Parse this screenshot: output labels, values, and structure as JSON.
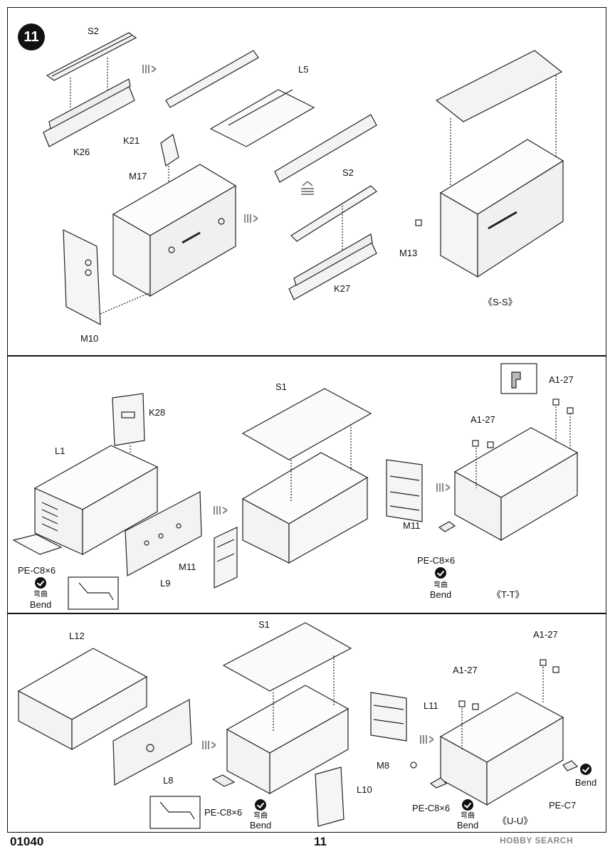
{
  "step": {
    "number": "11"
  },
  "panel1": {
    "labels": {
      "s2_top": "S2",
      "k26": "K26",
      "l5": "L5",
      "k21": "K21",
      "m17": "M17",
      "s2_mid": "S2",
      "k27": "K27",
      "m10": "M10",
      "m13": "M13",
      "version": "《S-S》"
    }
  },
  "panel2": {
    "labels": {
      "k28": "K28",
      "l1": "L1",
      "s1": "S1",
      "a127_a": "A1-27",
      "a127_b": "A1-27",
      "m11_right": "M11",
      "m11_left": "M11",
      "l9": "L9",
      "pe_left": "PE-C8×6",
      "pe_right": "PE-C8×6",
      "bend_cn_left": "弯曲",
      "bend_en_left": "Bend",
      "bend_cn_right": "弯曲",
      "bend_en_right": "Bend",
      "version": "《T-T》"
    }
  },
  "panel3": {
    "labels": {
      "l12": "L12",
      "s1": "S1",
      "a127_a": "A1-27",
      "a127_b": "A1-27",
      "l11": "L11",
      "m8": "M8",
      "l8": "L8",
      "l10": "L10",
      "pe_left": "PE-C8×6",
      "pe_right": "PE-C8×6",
      "pe_c7": "PE-C7",
      "bend_cn_left": "弯曲",
      "bend_en_left": "Bend",
      "bend_cn_right": "弯曲",
      "bend_en_right": "Bend",
      "bend_en_c7": "Bend",
      "version": "《U-U》"
    }
  },
  "footer": {
    "code": "01040",
    "page": "11",
    "watermark": "HOBBY SEARCH"
  }
}
